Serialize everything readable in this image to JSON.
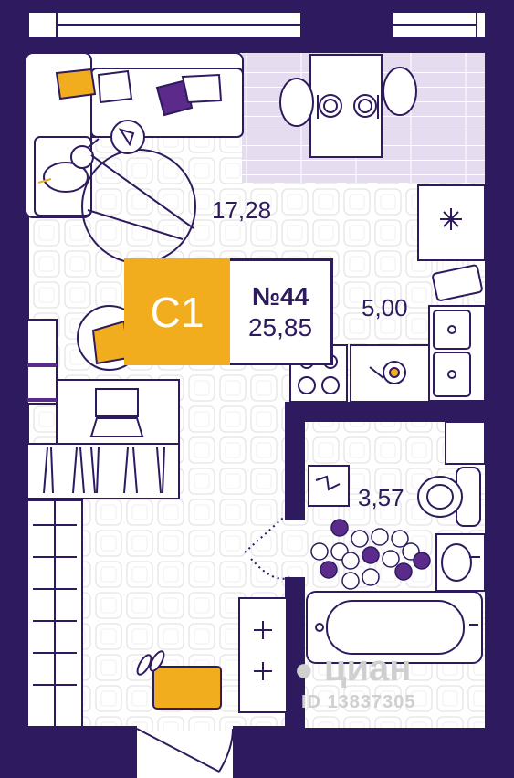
{
  "colors": {
    "wall": "#2e1a5e",
    "accent": "#f2ad1e",
    "violet": "#5b2a8a",
    "floor_pattern": "#d9cde8"
  },
  "unit": {
    "code": "С1",
    "number": "№44",
    "total_area": "25,85"
  },
  "rooms": {
    "living": "17,28",
    "kitchen": "5,00",
    "bathroom": "3,57"
  },
  "watermark": {
    "brand": "циан",
    "id": "ID 13837305"
  },
  "icons": [
    "sofa-icon",
    "unicorn-toy-icon",
    "dining-table-icon",
    "armchair-icon",
    "laptop-icon",
    "stove-icon",
    "sink-icon",
    "toilet-icon",
    "bathtub-icon",
    "washbasin-icon",
    "wardrobe-icon",
    "doormat-icon",
    "slippers-icon",
    "washing-machine-icon"
  ]
}
